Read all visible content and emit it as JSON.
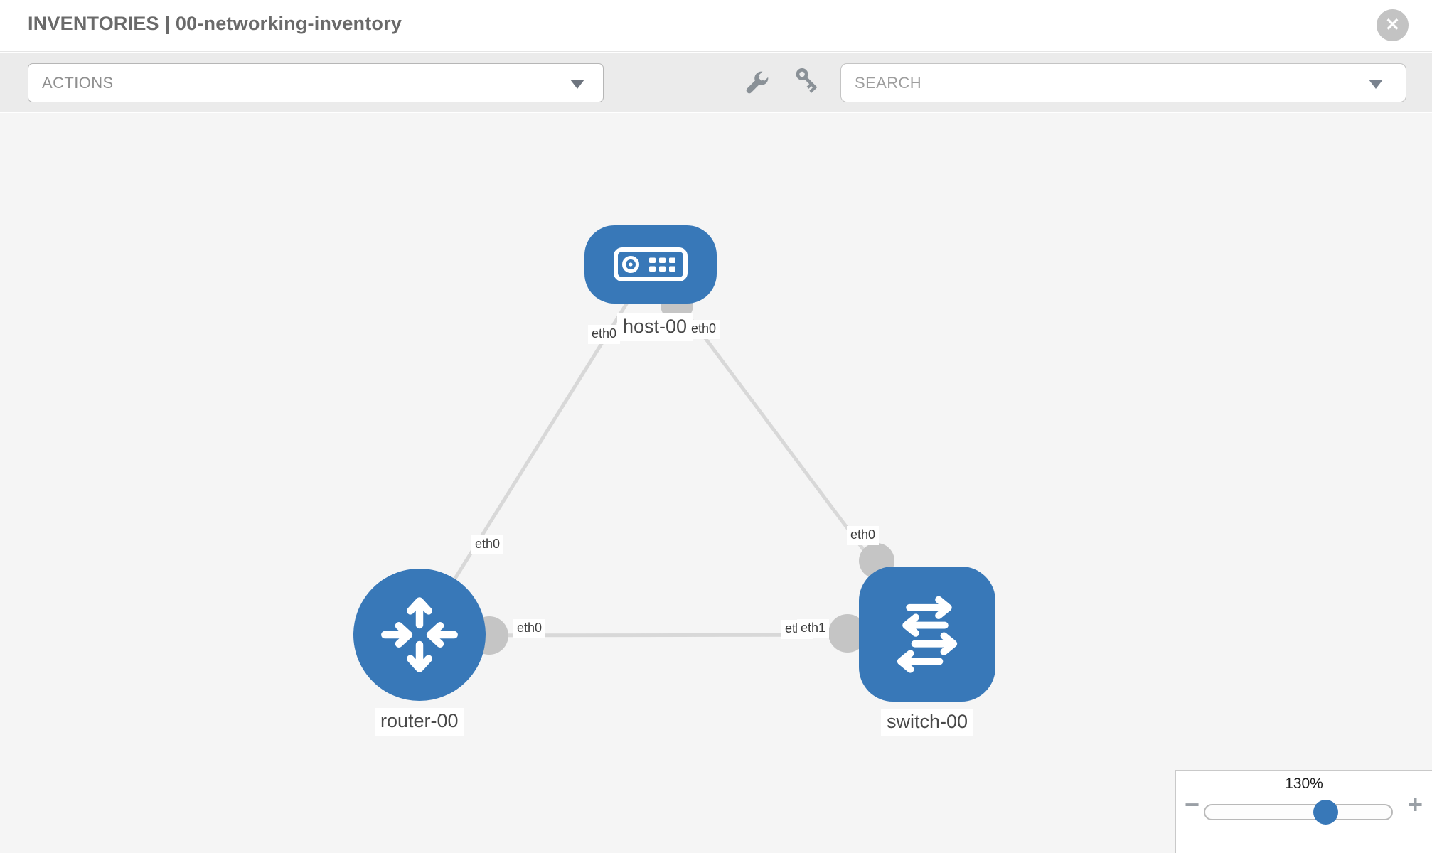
{
  "header": {
    "title": "INVENTORIES | 00-networking-inventory",
    "close_glyph": "✕"
  },
  "toolbar": {
    "actions_label": "ACTIONS",
    "search_placeholder": "SEARCH"
  },
  "topology": {
    "nodes": [
      {
        "id": "host-00",
        "type": "host",
        "label": "host-00"
      },
      {
        "id": "router-00",
        "type": "router",
        "label": "router-00"
      },
      {
        "id": "switch-00",
        "type": "switch",
        "label": "switch-00"
      }
    ],
    "links": [
      {
        "from": "host-00",
        "to": "router-00",
        "from_port": "eth0",
        "to_port": "eth0"
      },
      {
        "from": "host-00",
        "to": "switch-00",
        "from_port": "eth0",
        "to_port": "eth0"
      },
      {
        "from": "router-00",
        "to": "switch-00",
        "from_port": "eth0",
        "to_port_front": "eth1",
        "to_port_back": "eth0"
      }
    ],
    "interfaces": {
      "host_router_host_side": "eth0",
      "host_router_router_side": "eth0",
      "host_switch_host_side": "eth0",
      "host_switch_switch_side": "eth0",
      "router_switch_router_side": "eth0",
      "router_switch_switch_back": "eth0",
      "router_switch_switch_front": "eth1"
    }
  },
  "zoom_control": {
    "level": "130%",
    "minus_glyph": "−",
    "plus_glyph": "+"
  },
  "colors": {
    "node_fill": "#3878b8",
    "link_line": "#d8d8d8",
    "connector_dot": "#c5c5c5",
    "canvas_bg": "#f5f5f5",
    "toolbar_bg": "#ebebeb",
    "slider_handle": "#3878b8"
  }
}
